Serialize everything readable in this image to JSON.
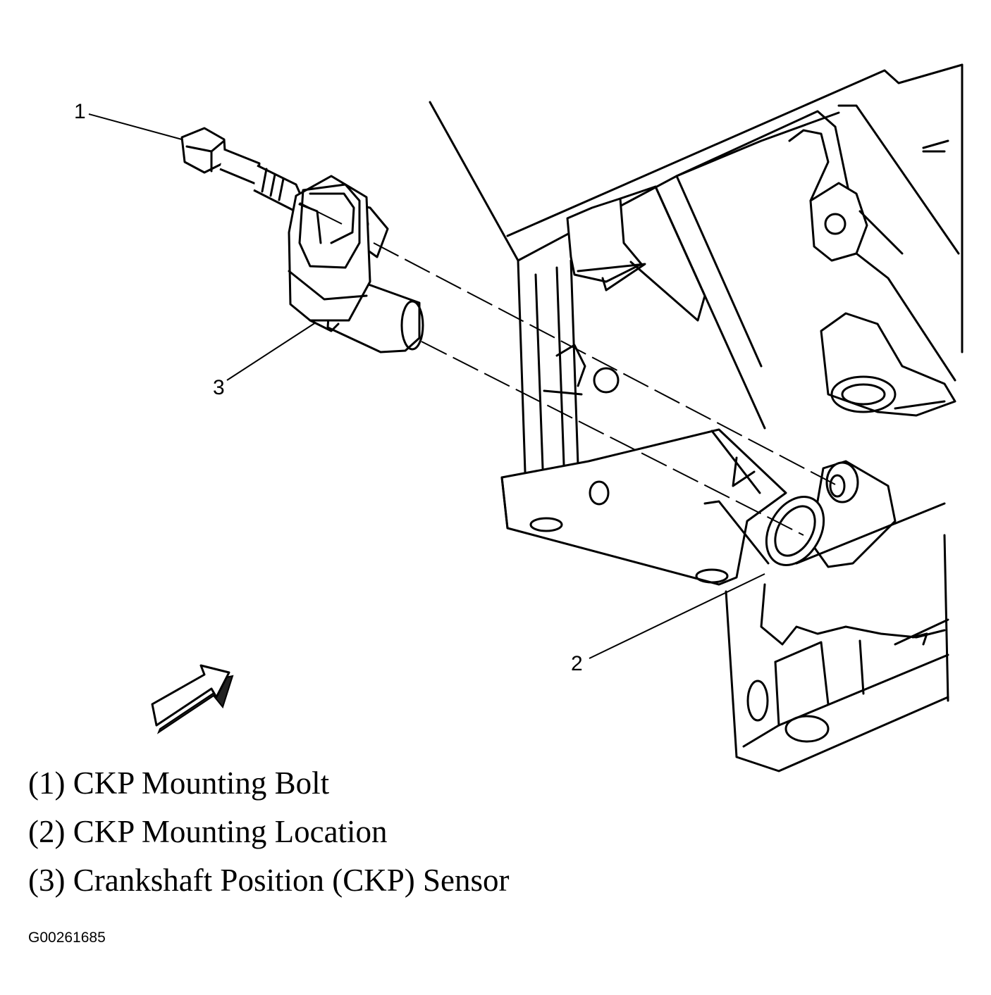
{
  "callouts": {
    "bolt": "1",
    "location": "2",
    "sensor": "3"
  },
  "legend": [
    "(1) CKP Mounting Bolt",
    "(2) CKP Mounting Location",
    "(3) Crankshaft Position (CKP) Sensor"
  ],
  "figure_id": "G00261685",
  "colors": {
    "ink": "#000000",
    "paper": "#ffffff"
  }
}
